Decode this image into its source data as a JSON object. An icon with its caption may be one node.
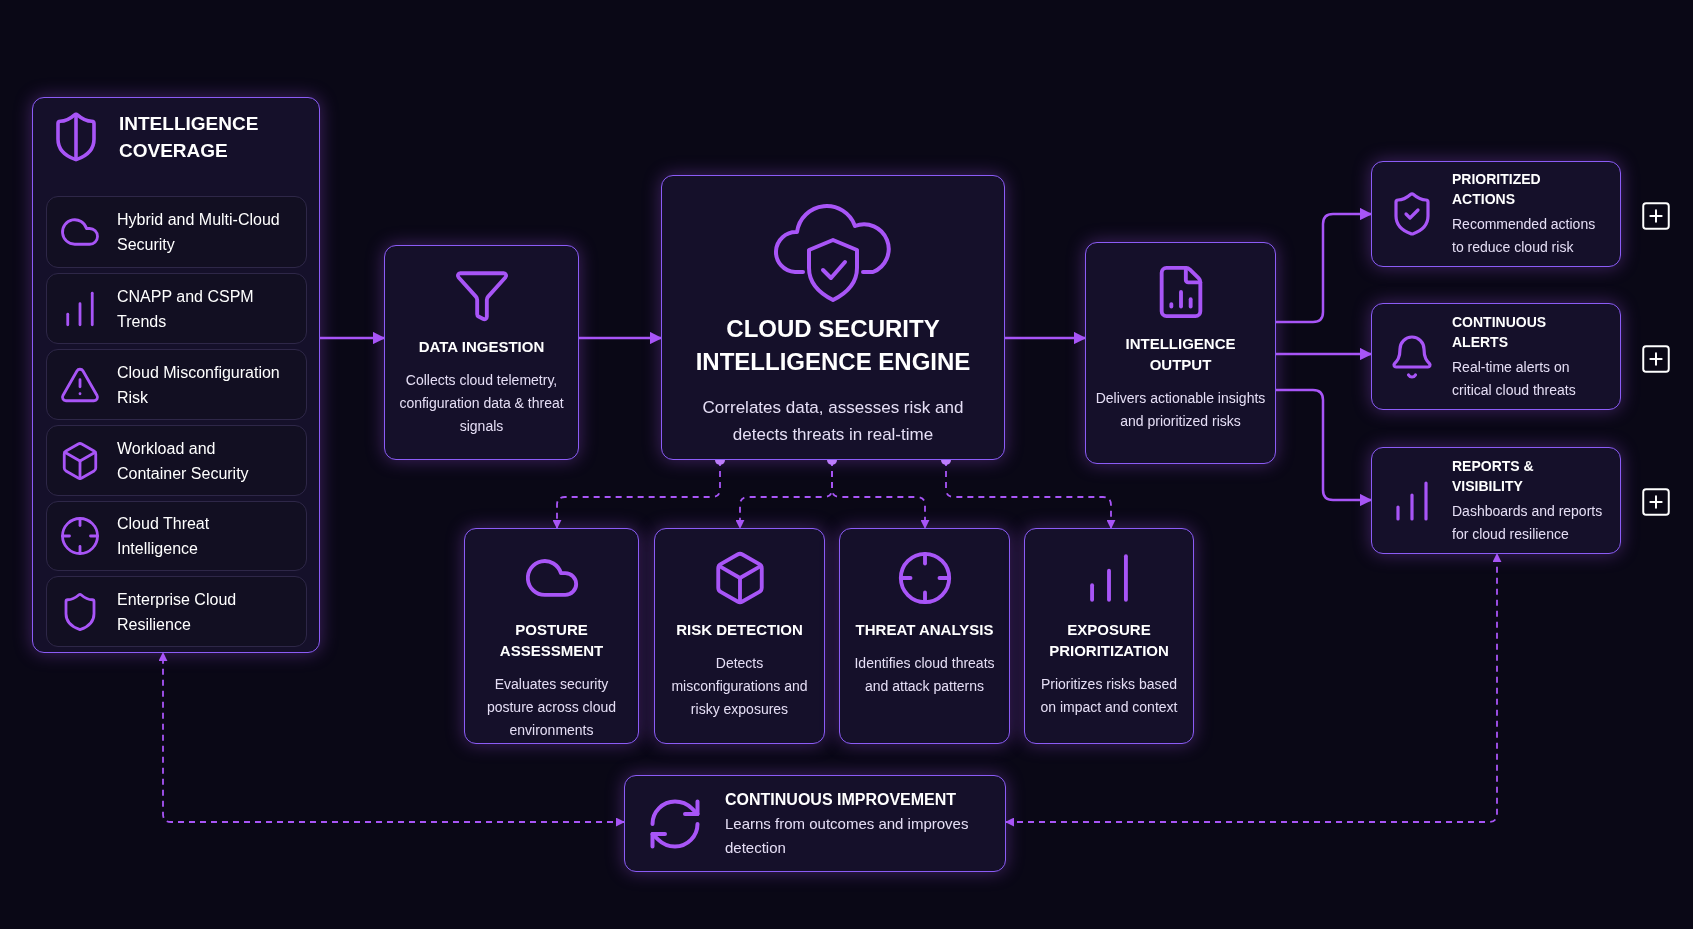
{
  "diagram": {
    "nodes": [
      {
        "text": [
          "INTELLIGENCE COVERAGE"
        ]
      },
      {
        "text": [
          "Hybrid and Multi-Cloud Security"
        ],
        "in": 0
      },
      {
        "text": [
          "CNAPP and CSPM Trends"
        ],
        "in": 0
      },
      {
        "text": [
          "Cloud Misconfiguration Risk"
        ],
        "in": 0
      },
      {
        "text": [
          "Workload and Container Security"
        ],
        "in": 0
      },
      {
        "text": [
          "Cloud Threat Intelligence"
        ],
        "in": 0
      },
      {
        "text": [
          "Enterprise Cloud Resilience"
        ],
        "in": 0
      },
      {
        "text": [
          "DATA INGESTION",
          "Collects cloud telemetry, configuration data & threat signals"
        ]
      },
      {
        "text": [
          "CLOUD SECURITY INTELLIGENCE ENGINE",
          "Correlates data, assesses risk and detects threats in real-time"
        ]
      },
      {
        "text": [
          "INTELLIGENCE OUTPUT",
          "Delivers actionable insights and prioritized risks"
        ]
      },
      {
        "text": [
          "PRIORITIZED ACTIONS",
          "Recommended actions to reduce cloud risk"
        ]
      },
      {
        "text": [
          "CONTINUOUS ALERTS",
          "Real-time alerts on critical cloud threats"
        ]
      },
      {
        "text": [
          "REPORTS & VISIBILITY",
          "Dashboards and reports for cloud resilience"
        ]
      },
      {
        "text": [
          "POSTURE ASSESSMENT",
          "Evaluates security posture across cloud environments"
        ]
      },
      {
        "text": [
          "RISK DETECTION",
          "Detects misconfigurations and risky exposures"
        ]
      },
      {
        "text": [
          "THREAT ANALYSIS",
          "Identifies cloud threats and attack patterns"
        ]
      },
      {
        "text": [
          "EXPOSURE PRIORITIZATION",
          "Prioritizes risks based on impact and context"
        ]
      },
      {
        "text": [
          "CONTINUOUS IMPROVEMENT",
          "Learns from outcomes and improves detection"
        ]
      }
    ],
    "edges": [
      {
        "from": 0,
        "to": 7,
        "arrow": "to"
      },
      {
        "from": 7,
        "to": 8,
        "arrow": "to"
      },
      {
        "from": 8,
        "to": 9,
        "arrow": "to"
      },
      {
        "from": 9,
        "to": 10,
        "arrow": "to"
      },
      {
        "from": 9,
        "to": 11,
        "arrow": "to"
      },
      {
        "from": 9,
        "to": 12,
        "arrow": "to"
      },
      {
        "from": 8,
        "to": 13,
        "arrow": "to",
        "style": "dashed"
      },
      {
        "from": 8,
        "to": 14,
        "arrow": "to",
        "style": "dashed"
      },
      {
        "from": 8,
        "to": 15,
        "arrow": "to",
        "style": "dashed"
      },
      {
        "from": 8,
        "to": 16,
        "arrow": "to",
        "style": "dashed"
      },
      {
        "from": 17,
        "to": 0,
        "arrow": "both",
        "style": "dashed"
      },
      {
        "from": 17,
        "to": 12,
        "arrow": "both",
        "style": "dashed"
      }
    ]
  }
}
